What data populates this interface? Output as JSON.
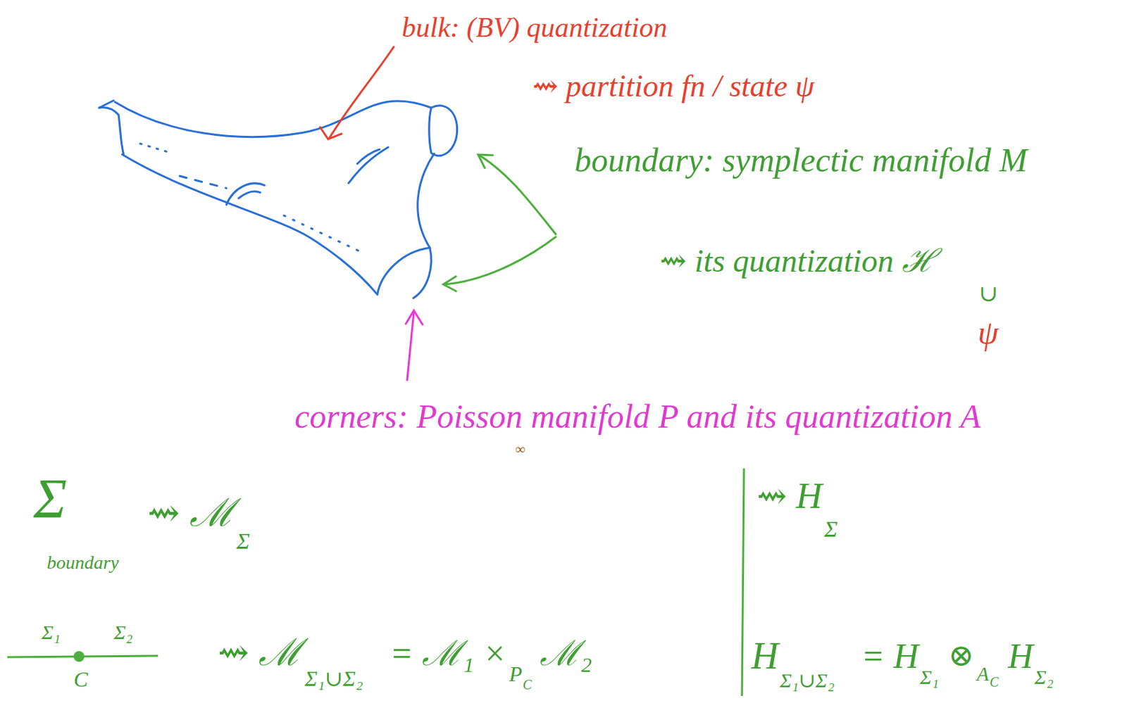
{
  "diagram": {
    "labels": [
      "bulk: (BV) quantization",
      "⇝ partition fn / state ψ",
      "boundary: symplectic manifold M",
      "⇝ its quantization ℋ",
      "∪",
      "ψ",
      "corners: Poisson manifold P and its quantization A",
      "∞",
      "Σ",
      "boundary",
      "⇝ ℳ",
      "Σ",
      "⇝ H",
      "Σ",
      "Σ₁",
      "Σ₂",
      "C",
      "⇝ ℳ",
      "Σ₁∪Σ₂",
      "= ℳ₁ ×",
      "P",
      "C",
      "ℳ₂",
      "H",
      "Σ₁∪Σ₂",
      "= H",
      "Σ₁",
      "⊗",
      "A",
      "C",
      "H",
      "Σ₂"
    ]
  }
}
